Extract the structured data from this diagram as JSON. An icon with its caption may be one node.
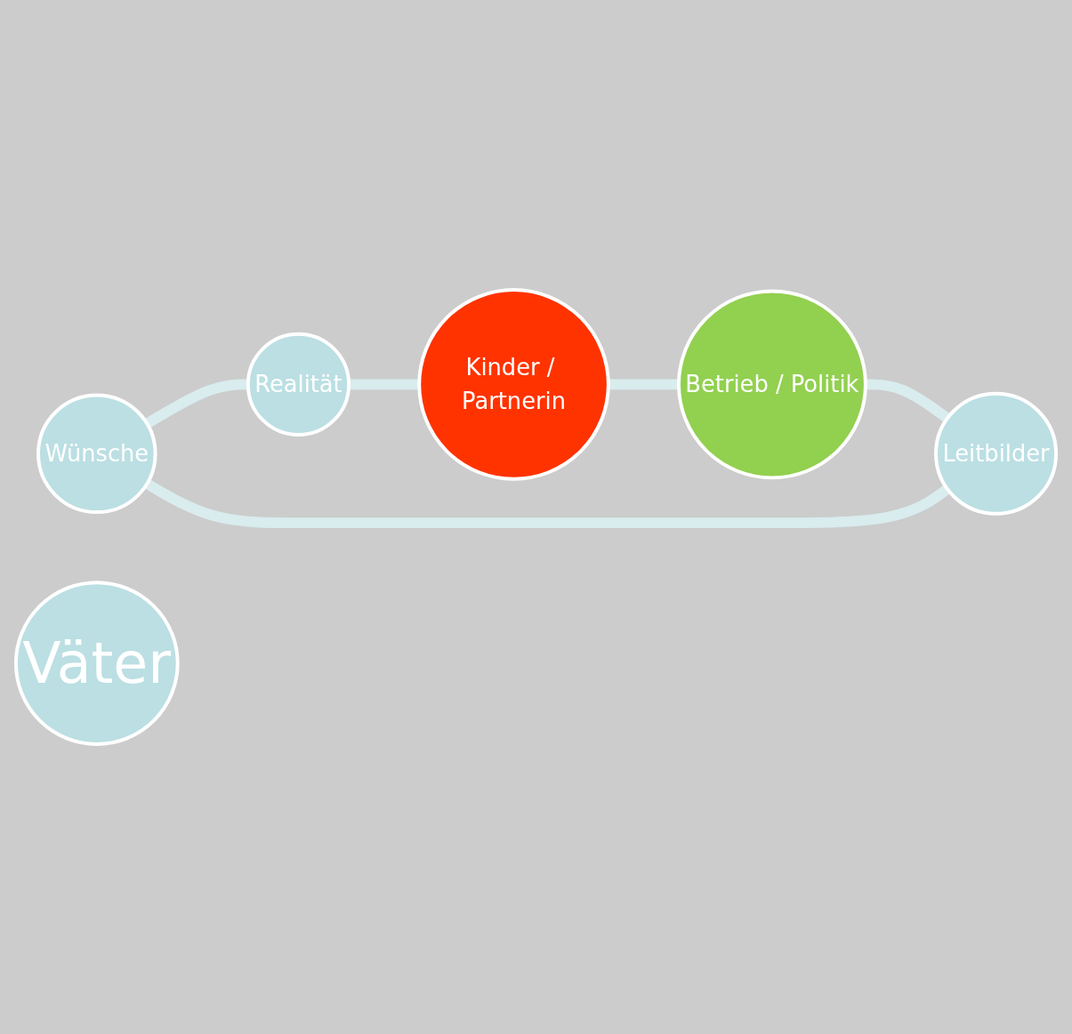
{
  "diagram": {
    "nodes": [
      {
        "text": [
          "Wünsche"
        ]
      },
      {
        "text": [
          "Leitbilder"
        ]
      },
      {
        "text": [
          "Väter"
        ]
      },
      {
        "text": [
          "Realität"
        ]
      },
      {
        "text": [
          "Betrieb / Politik"
        ]
      },
      {
        "text": [
          "Kinder / Partnerin"
        ]
      }
    ],
    "edges": [
      {
        "from": 0,
        "to": 3,
        "arrow": "none"
      },
      {
        "from": 3,
        "to": 5,
        "arrow": "none"
      },
      {
        "from": 5,
        "to": 4,
        "arrow": "none"
      },
      {
        "from": 4,
        "to": 1,
        "arrow": "none"
      },
      {
        "from": 1,
        "to": 0,
        "arrow": "none"
      }
    ]
  }
}
